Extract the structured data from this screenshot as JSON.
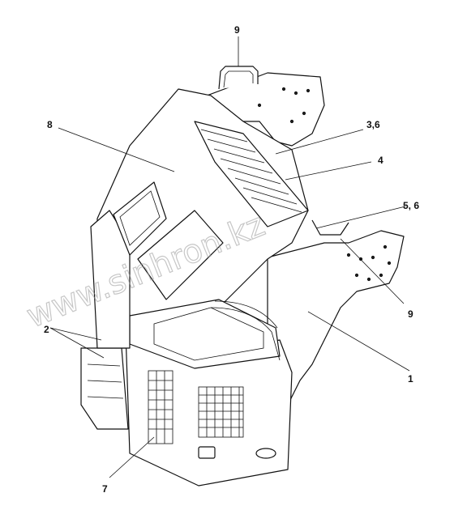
{
  "callouts": {
    "c9_top": "9",
    "c8": "8",
    "c3_6": "3,6",
    "c4": "4",
    "c5_6": "5, 6",
    "c9_right": "9",
    "c2": "2",
    "c1": "1",
    "c7": "7"
  },
  "watermark": "www.sinhron.kz",
  "colors": {
    "line": "#111111",
    "background": "#ffffff",
    "watermark": "#999999"
  }
}
